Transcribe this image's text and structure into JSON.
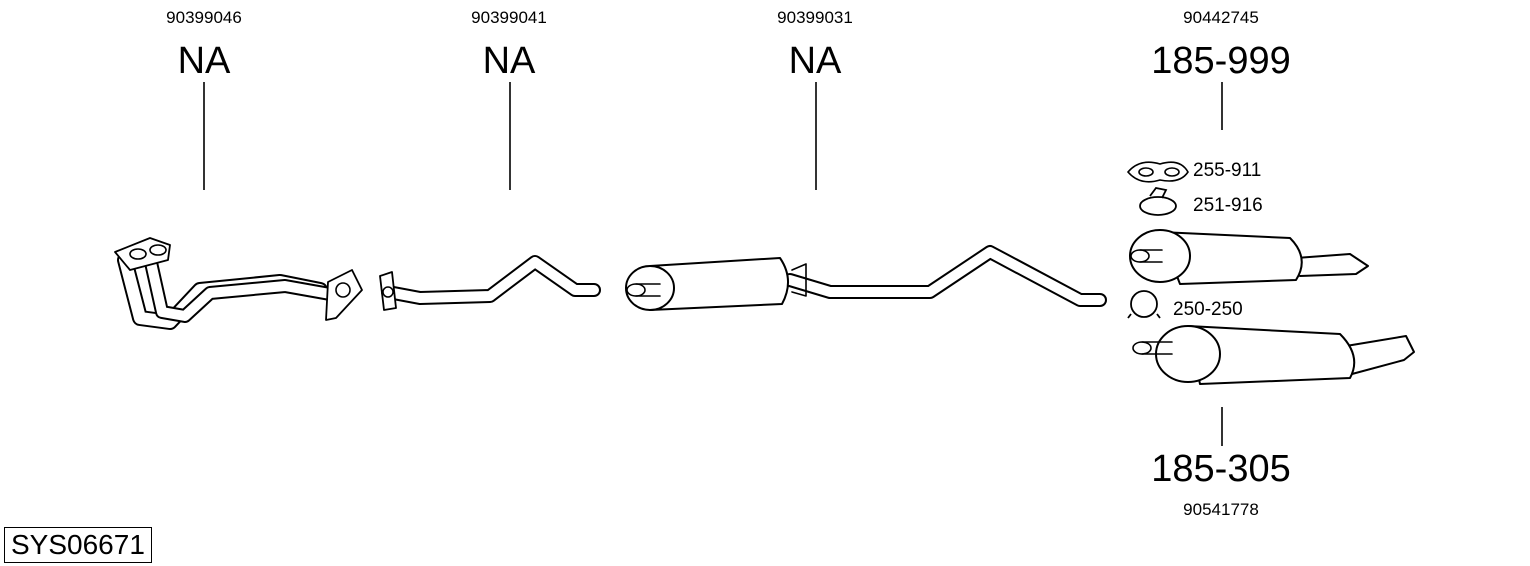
{
  "diagram": {
    "system_id": "SYS06671",
    "parts": [
      {
        "oem": "90399046",
        "code": "NA"
      },
      {
        "oem": "90399041",
        "code": "NA"
      },
      {
        "oem": "90399031",
        "code": "NA"
      },
      {
        "oem": "90442745",
        "code": "185-999"
      },
      {
        "oem": "90541778",
        "code": "185-305"
      }
    ],
    "accessories": [
      {
        "code": "255-911"
      },
      {
        "code": "251-916"
      },
      {
        "code": "250-250"
      }
    ]
  }
}
